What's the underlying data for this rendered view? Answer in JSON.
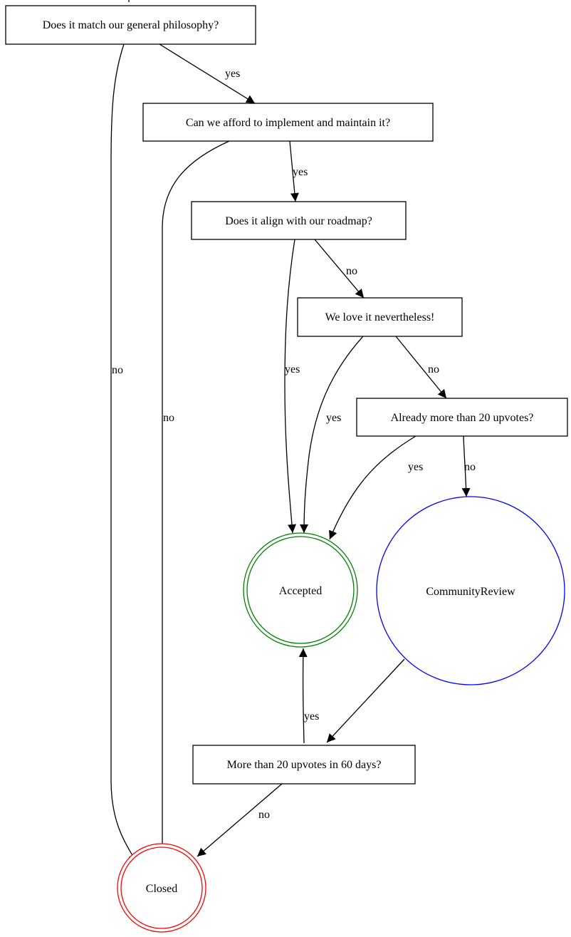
{
  "nodes": {
    "philosophy": {
      "label": "Does it match our general philosophy?"
    },
    "afford": {
      "label": "Can we afford to implement and maintain it?"
    },
    "roadmap": {
      "label": "Does it align with our roadmap?"
    },
    "love": {
      "label": "We love it nevertheless!"
    },
    "upvotes": {
      "label": "Already more than 20 upvotes?"
    },
    "accepted": {
      "label": "Accepted",
      "color": "#008000"
    },
    "community": {
      "label": "CommunityReview",
      "color": "#0000ff"
    },
    "upvotes60": {
      "label": "More than 20 upvotes in 60 days?"
    },
    "closed": {
      "label": "Closed",
      "color": "#ff0000"
    }
  },
  "edges": {
    "philosophy_afford": "yes",
    "philosophy_closed": "no",
    "afford_roadmap": "yes",
    "afford_closed": "no",
    "roadmap_accepted": "yes",
    "roadmap_love": "no",
    "love_accepted": "yes",
    "love_upvotes": "no",
    "upvotes_accepted": "yes",
    "upvotes_community": "no",
    "upvotes60_accepted": "yes",
    "upvotes60_closed": "no"
  }
}
